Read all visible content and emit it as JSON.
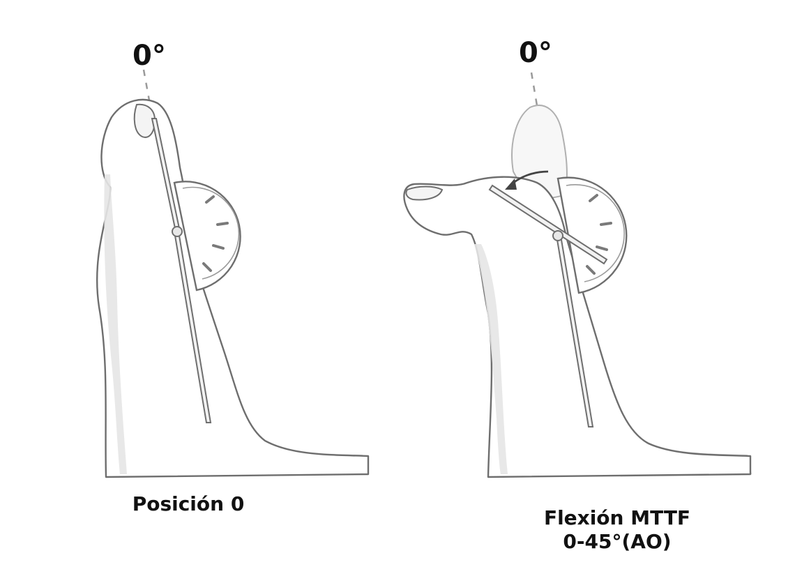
{
  "panels": [
    {
      "angle_label": "0°",
      "caption_lines": [
        "Posición 0"
      ]
    },
    {
      "angle_label": "0°",
      "caption_lines": [
        "Flexión MTTF",
        "0-45°(AO)"
      ]
    }
  ],
  "colors": {
    "outline": "#6e6e6e",
    "shade": "#d6d6d6",
    "fill": "#ffffff",
    "text": "#111111"
  }
}
